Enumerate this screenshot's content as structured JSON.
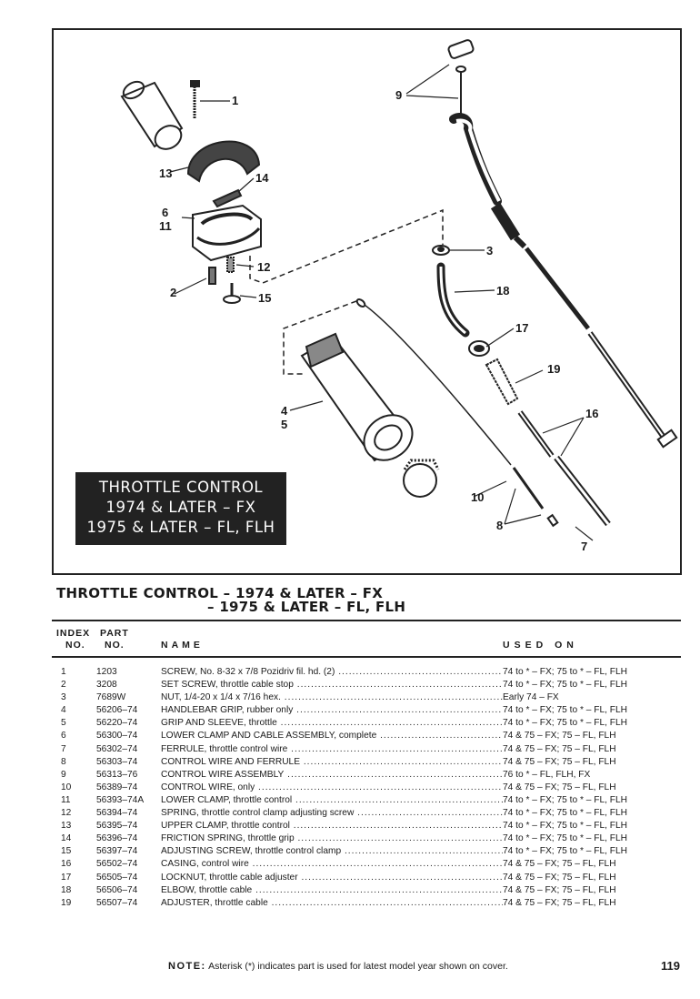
{
  "diagram": {
    "title_lines": [
      "THROTTLE CONTROL",
      "1974 & LATER – FX",
      "1975 & LATER – FL, FLH"
    ],
    "callouts": [
      "1",
      "2",
      "3",
      "4",
      "5",
      "6",
      "7",
      "8",
      "9",
      "10",
      "11",
      "12",
      "13",
      "14",
      "15",
      "16",
      "17",
      "18",
      "19"
    ]
  },
  "section": {
    "title_line1": "THROTTLE CONTROL – 1974 & LATER – FX",
    "title_line2": "– 1975 & LATER – FL, FLH"
  },
  "table": {
    "header": {
      "index_line1": "INDEX",
      "index_line2": "NO.",
      "part_line1": "PART",
      "part_line2": "NO.",
      "name": "NAME",
      "used_on": "USED ON"
    },
    "rows": [
      {
        "index": "1",
        "part": "1203",
        "name": "SCREW, No. 8-32 x 7/8 Pozidriv fil. hd. (2)",
        "used_on": "74 to * – FX; 75 to * – FL, FLH"
      },
      {
        "index": "2",
        "part": "3208",
        "name": "SET SCREW, throttle cable stop",
        "used_on": "74 to * – FX; 75 to * – FL, FLH"
      },
      {
        "index": "3",
        "part": "7689W",
        "name": "NUT, 1/4-20 x 1/4 x 7/16 hex.",
        "used_on": "Early 74 – FX"
      },
      {
        "index": "4",
        "part": "56206–74",
        "name": "HANDLEBAR GRIP, rubber only",
        "used_on": "74 to * – FX; 75 to * – FL, FLH"
      },
      {
        "index": "5",
        "part": "56220–74",
        "name": "GRIP AND SLEEVE, throttle",
        "used_on": "74 to * – FX; 75 to * – FL, FLH"
      },
      {
        "index": "6",
        "part": "56300–74",
        "name": "LOWER CLAMP AND CABLE ASSEMBLY, complete",
        "used_on": "74 & 75 – FX; 75 – FL, FLH"
      },
      {
        "index": "7",
        "part": "56302–74",
        "name": "FERRULE, throttle control wire",
        "used_on": "74 & 75 – FX; 75 – FL, FLH"
      },
      {
        "index": "8",
        "part": "56303–74",
        "name": "CONTROL WIRE AND FERRULE",
        "used_on": "74 & 75 – FX; 75 – FL, FLH"
      },
      {
        "index": "9",
        "part": "56313–76",
        "name": "CONTROL WIRE ASSEMBLY",
        "used_on": "76 to * – FL, FLH, FX"
      },
      {
        "index": "10",
        "part": "56389–74",
        "name": "CONTROL WIRE, only",
        "used_on": "74 & 75 – FX; 75 – FL, FLH"
      },
      {
        "index": "11",
        "part": "56393–74A",
        "name": "LOWER CLAMP, throttle control",
        "used_on": "74 to * – FX; 75 to * – FL, FLH"
      },
      {
        "index": "12",
        "part": "56394–74",
        "name": "SPRING, throttle control clamp adjusting screw",
        "used_on": "74 to * – FX; 75 to * – FL, FLH"
      },
      {
        "index": "13",
        "part": "56395–74",
        "name": "UPPER CLAMP, throttle control",
        "used_on": "74 to * – FX; 75 to * – FL, FLH"
      },
      {
        "index": "14",
        "part": "56396–74",
        "name": "FRICTION SPRING, throttle grip",
        "used_on": "74 to * – FX; 75 to * – FL, FLH"
      },
      {
        "index": "15",
        "part": "56397–74",
        "name": "ADJUSTING SCREW, throttle control clamp",
        "used_on": "74 to * – FX; 75 to * – FL, FLH"
      },
      {
        "index": "16",
        "part": "56502–74",
        "name": "CASING, control wire",
        "used_on": "74 & 75 – FX; 75 – FL, FLH"
      },
      {
        "index": "17",
        "part": "56505–74",
        "name": "LOCKNUT, throttle cable adjuster",
        "used_on": "74 & 75 – FX; 75 – FL, FLH"
      },
      {
        "index": "18",
        "part": "56506–74",
        "name": "ELBOW, throttle cable",
        "used_on": "74 & 75 – FX; 75 – FL, FLH"
      },
      {
        "index": "19",
        "part": "56507–74",
        "name": "ADJUSTER, throttle cable",
        "used_on": "74 & 75 – FX; 75 – FL, FLH"
      }
    ]
  },
  "footer": {
    "note_label": "NOTE:",
    "note_text": "Asterisk (*) indicates part is used for latest model year shown on cover.",
    "page_number": "119"
  }
}
